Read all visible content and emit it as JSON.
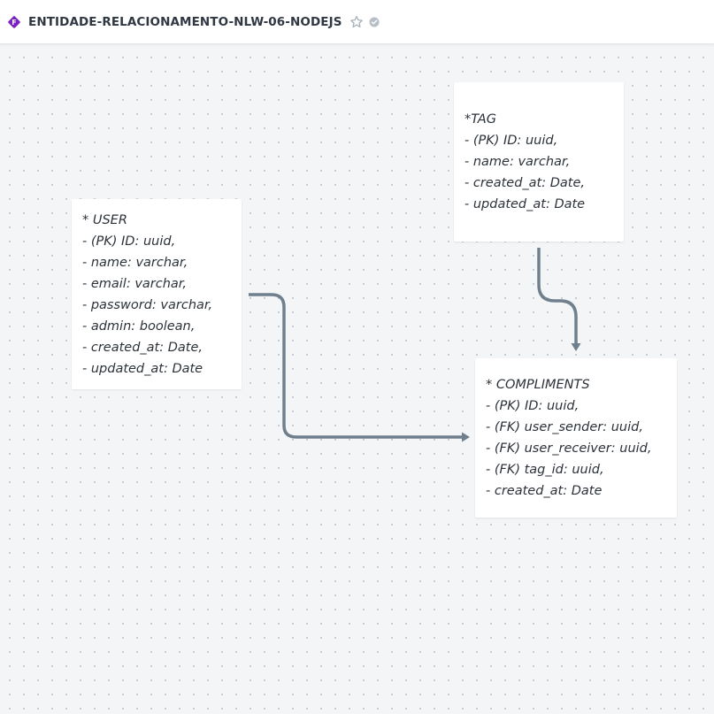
{
  "header": {
    "logo_letter": "F",
    "title": "ENTIDADE-RELACIONAMENTO-NLW-06-NODEJS",
    "star_icon": "star-outline-icon",
    "status_icon": "verified-check-icon"
  },
  "colors": {
    "logo": "#7b1fc7",
    "connector": "#6f7f8d",
    "card_text": "#2c323a"
  },
  "entities": {
    "tag": {
      "title": "*TAG",
      "fields": [
        "- (PK) ID: uuid,",
        "- name: varchar,",
        "- created_at: Date,",
        "- updated_at: Date"
      ]
    },
    "user": {
      "title": "* USER",
      "fields": [
        "- (PK) ID: uuid,",
        "- name: varchar,",
        "- email: varchar,",
        "- password: varchar,",
        "- admin: boolean,",
        "- created_at: Date,",
        "- updated_at: Date"
      ]
    },
    "compliments": {
      "title": "* COMPLIMENTS",
      "fields": [
        "- (PK) ID: uuid,",
        "- (FK) user_sender: uuid,",
        "- (FK) user_receiver: uuid,",
        "- (FK) tag_id: uuid,",
        "- created_at: Date"
      ]
    }
  }
}
